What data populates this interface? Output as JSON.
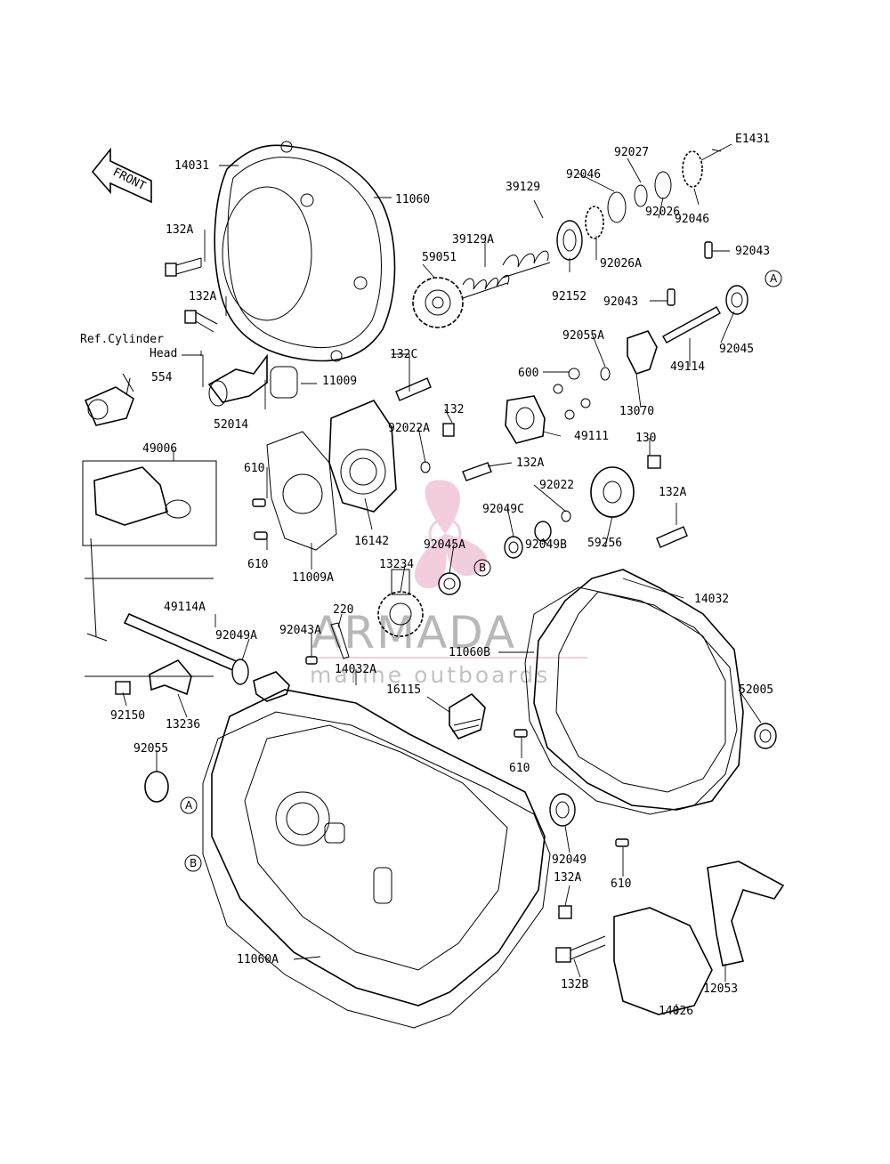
{
  "diagram_code": "E1431",
  "front_label": "FRONT",
  "ref_note_line1": "Ref.Cylinder",
  "ref_note_line2": "Head",
  "callouts": [
    "A",
    "B"
  ],
  "watermark": {
    "brand": "ARMADA",
    "tagline": "marine outboards",
    "color": "#e6a6c4"
  },
  "part_labels": [
    "14031",
    "11060",
    "132A",
    "132A",
    "Ref.Cylinder",
    "554",
    "52014",
    "11009",
    "132C",
    "132",
    "92022A",
    "49006",
    "610",
    "610",
    "11009A",
    "16142",
    "92027",
    "92046",
    "39129",
    "39129A",
    "59051",
    "92026A",
    "92152",
    "92046",
    "92026",
    "92043",
    "92043",
    "92045",
    "49114",
    "92055A",
    "600",
    "13070",
    "49111",
    "130",
    "132A",
    "92022",
    "92049C",
    "92045A",
    "13234",
    "92049B",
    "59256",
    "132A",
    "14032",
    "49114A",
    "92049A",
    "92043A",
    "220",
    "11060B",
    "14032A",
    "16115",
    "92150",
    "13236",
    "92055",
    "52005",
    "610",
    "92049",
    "610",
    "132A",
    "11060A",
    "132B",
    "14026",
    "12053"
  ]
}
